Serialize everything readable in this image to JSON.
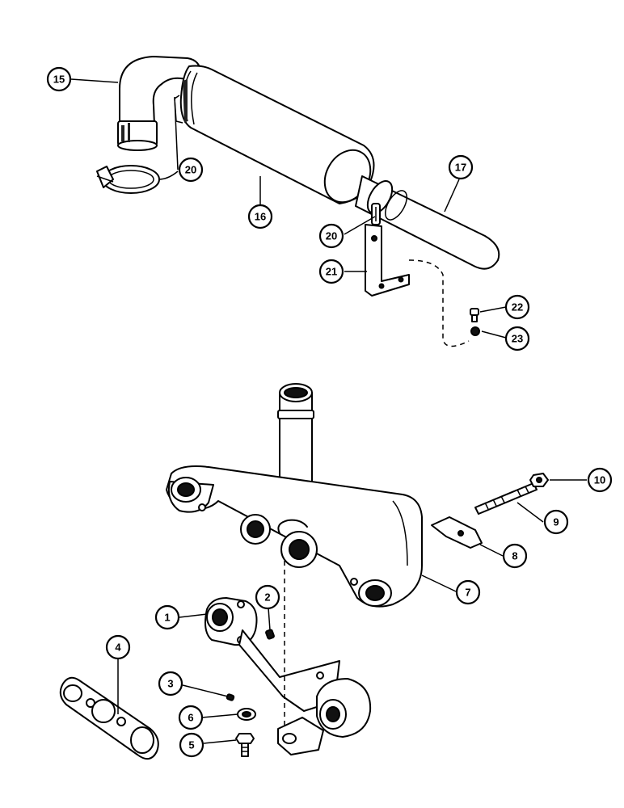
{
  "diagram": {
    "callouts": [
      {
        "id": "c15",
        "label": "15"
      },
      {
        "id": "c20a",
        "label": "20"
      },
      {
        "id": "c16",
        "label": "16"
      },
      {
        "id": "c17",
        "label": "17"
      },
      {
        "id": "c20b",
        "label": "20"
      },
      {
        "id": "c21",
        "label": "21"
      },
      {
        "id": "c22",
        "label": "22"
      },
      {
        "id": "c23",
        "label": "23"
      },
      {
        "id": "c10",
        "label": "10"
      },
      {
        "id": "c9",
        "label": "9"
      },
      {
        "id": "c8",
        "label": "8"
      },
      {
        "id": "c7",
        "label": "7"
      },
      {
        "id": "c2",
        "label": "2"
      },
      {
        "id": "c1",
        "label": "1"
      },
      {
        "id": "c4",
        "label": "4"
      },
      {
        "id": "c3",
        "label": "3"
      },
      {
        "id": "c6",
        "label": "6"
      },
      {
        "id": "c5",
        "label": "5"
      }
    ]
  }
}
